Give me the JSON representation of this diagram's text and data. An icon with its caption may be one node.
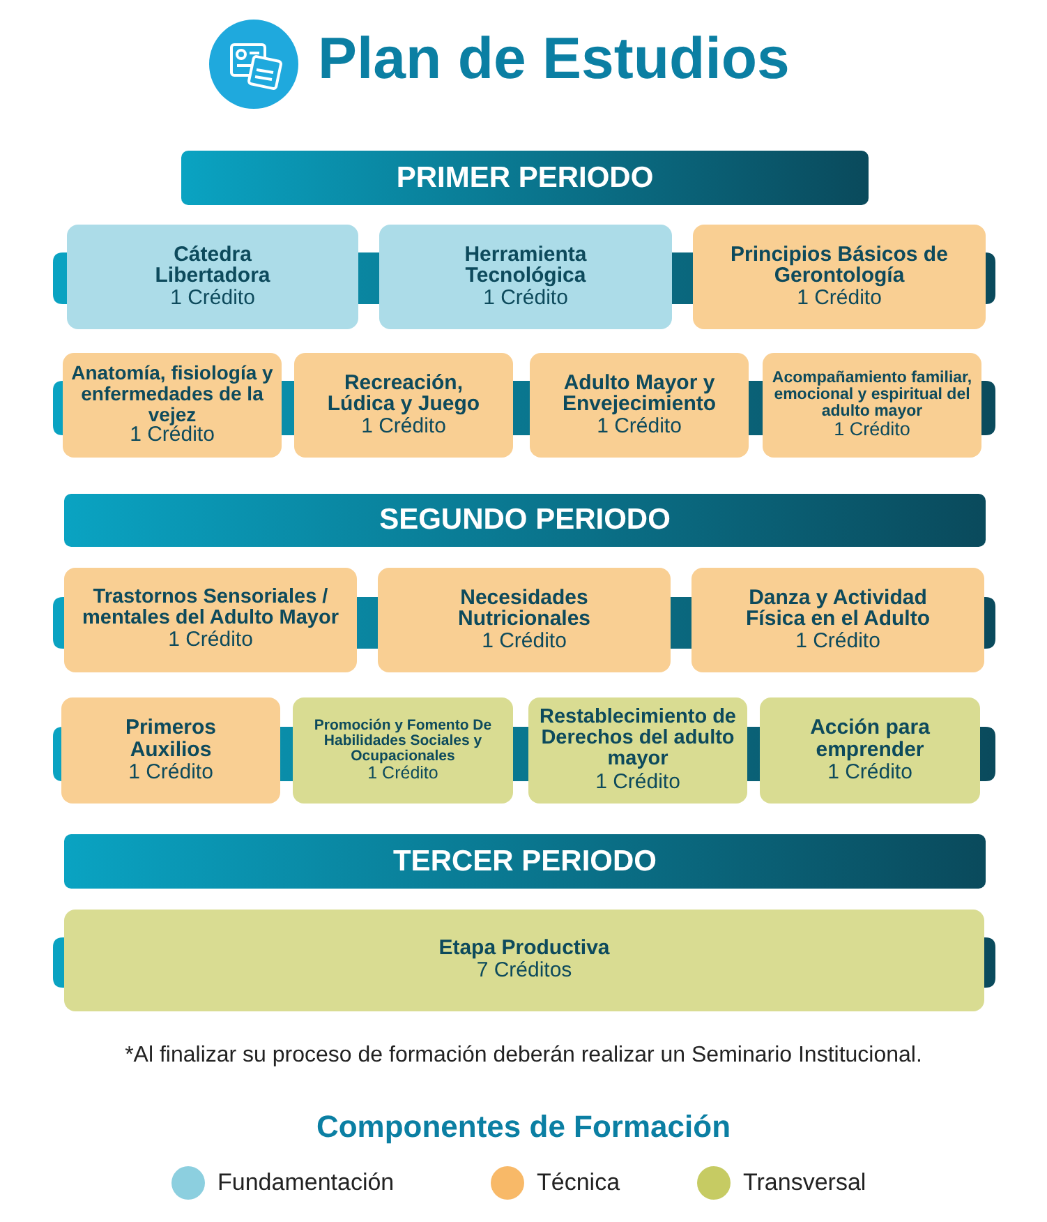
{
  "diagram": {
    "title": "Plan de Estudios",
    "nodes": [
      {
        "text": [
          "PRIMER PERIODO"
        ]
      },
      {
        "text": [
          "Cátedra Libertadora",
          "1 Crédito"
        ]
      },
      {
        "text": [
          "Herramienta Tecnológica",
          "1 Crédito"
        ]
      },
      {
        "text": [
          "Principios Básicos de Gerontología",
          "1 Crédito"
        ]
      },
      {
        "text": [
          "Anatomía, fisiología y enfermedades de la vejez",
          "1 Crédito"
        ]
      },
      {
        "text": [
          "Recreación, Lúdica y Juego",
          "1 Crédito"
        ]
      },
      {
        "text": [
          "Adulto Mayor y Envejecimiento",
          "1 Crédito"
        ]
      },
      {
        "text": [
          "Acompañamiento familiar, emocional y espiritual del adulto mayor",
          "1 Crédito"
        ]
      },
      {
        "text": [
          "SEGUNDO PERIODO"
        ]
      },
      {
        "text": [
          "Trastornos Sensoriales / mentales del Adulto Mayor",
          "1 Crédito"
        ]
      },
      {
        "text": [
          "Necesidades Nutricionales",
          "1 Crédito"
        ]
      },
      {
        "text": [
          "Danza y Actividad Física en el Adulto",
          "1 Crédito"
        ]
      },
      {
        "text": [
          "Primeros Auxilios",
          "1 Crédito"
        ]
      },
      {
        "text": [
          "Promoción y Fomento De Habilidades Sociales y Ocupacionales",
          "1 Crédito"
        ]
      },
      {
        "text": [
          "Restablecimiento de Derechos del adulto mayor",
          "1 Crédito"
        ]
      },
      {
        "text": [
          "Acción para emprender",
          "1 Crédito"
        ]
      },
      {
        "text": [
          "TERCER PERIODO"
        ]
      },
      {
        "text": [
          "Etapa Productiva",
          "7 Créditos"
        ]
      }
    ],
    "edges": [
      {
        "from": null,
        "to": 1,
        "arrow": "none",
        "style": "thick"
      },
      {
        "from": 1,
        "to": 2,
        "arrow": "none",
        "style": "thick"
      },
      {
        "from": 2,
        "to": 3,
        "arrow": "none",
        "style": "thick"
      },
      {
        "from": 3,
        "to": null,
        "arrow": "none",
        "style": "thick"
      },
      {
        "from": null,
        "to": 4,
        "arrow": "none",
        "style": "thick"
      },
      {
        "from": 4,
        "to": 5,
        "arrow": "none",
        "style": "thick"
      },
      {
        "from": 5,
        "to": 6,
        "arrow": "none",
        "style": "thick"
      },
      {
        "from": 6,
        "to": 7,
        "arrow": "none",
        "style": "thick"
      },
      {
        "from": 7,
        "to": null,
        "arrow": "none",
        "style": "thick"
      },
      {
        "from": null,
        "to": 9,
        "arrow": "none",
        "style": "thick"
      },
      {
        "from": 9,
        "to": 10,
        "arrow": "none",
        "style": "thick"
      },
      {
        "from": 10,
        "to": 11,
        "arrow": "none",
        "style": "thick"
      },
      {
        "from": 11,
        "to": null,
        "arrow": "none",
        "style": "thick"
      },
      {
        "from": null,
        "to": 12,
        "arrow": "none",
        "style": "thick"
      },
      {
        "from": 12,
        "to": 13,
        "arrow": "none",
        "style": "thick"
      },
      {
        "from": 13,
        "to": 14,
        "arrow": "none",
        "style": "thick"
      },
      {
        "from": 14,
        "to": 15,
        "arrow": "none",
        "style": "thick"
      },
      {
        "from": 15,
        "to": null,
        "arrow": "none",
        "style": "thick"
      },
      {
        "from": null,
        "to": 17,
        "arrow": "none",
        "style": "thick"
      },
      {
        "from": 17,
        "to": null,
        "arrow": "none",
        "style": "thick"
      }
    ],
    "labels": [
      "*Al finalizar su proceso de formación deberán realizar un Seminario Institucional.",
      "Componentes de Formación"
    ],
    "legend": [
      {
        "text": "Fundamentación",
        "color": "#8ccfdf"
      },
      {
        "text": "Técnica",
        "color": "#f8b968"
      },
      {
        "text": "Transversal",
        "color": "#c6cb63"
      }
    ]
  }
}
